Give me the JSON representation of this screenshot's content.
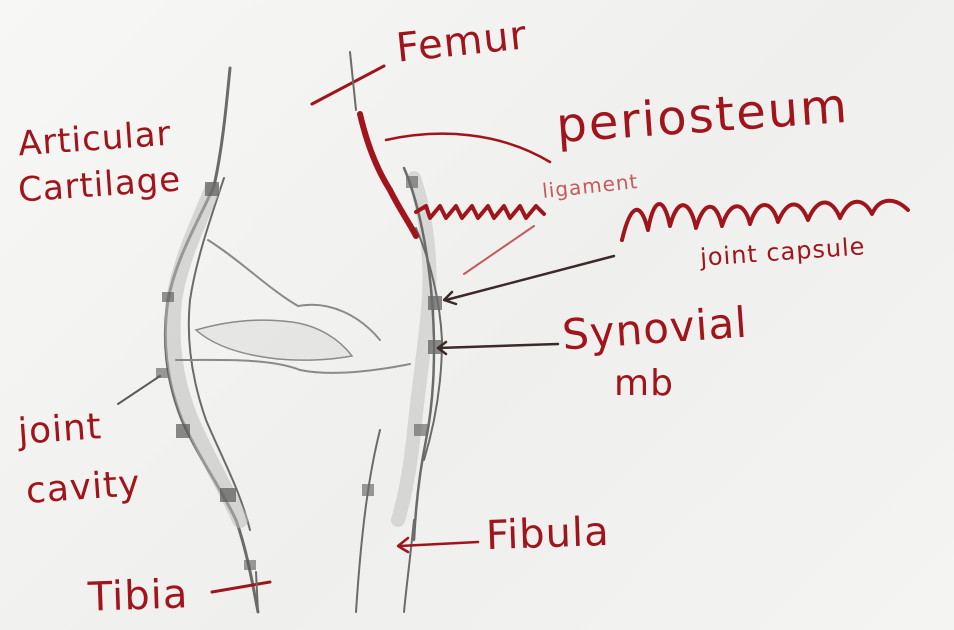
{
  "labels": {
    "femur": "Femur",
    "articular_cartilage_line1": "Articular",
    "articular_cartilage_line2": "Cartilage",
    "periosteum": "periosteum",
    "ligament": "ligament",
    "scribbled_word": "",
    "joint_capsule": "joint capsule",
    "synovial_line1": "Synovial",
    "synovial_line2": "mb",
    "joint_cavity_line1": "joint",
    "joint_cavity_line2": "cavity",
    "fibula": "Fibula",
    "tibia": "Tibia"
  },
  "colors": {
    "ink_red": "#a0141c",
    "pencil": "#6a6a6a",
    "cartilage_shade": "#b8b8b8",
    "paper": "#f3f3f1"
  }
}
